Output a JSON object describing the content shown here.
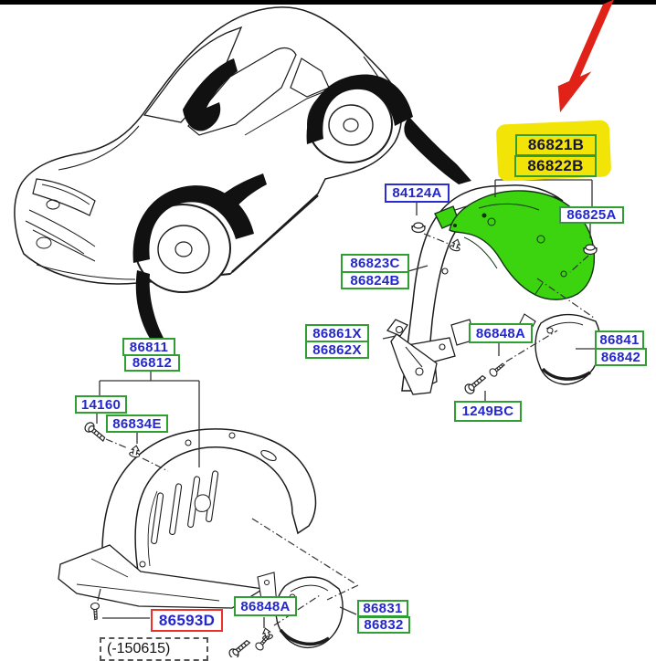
{
  "page": {
    "description": "vehicle wheel guard parts diagram",
    "top_border_color": "#000000",
    "background": "#ffffff"
  },
  "annotation": {
    "arrow_color": "#e02218",
    "highlight_color": "#f3e408",
    "highlighted_codes": "86821B / 86822B"
  },
  "colors": {
    "label_text": "#2428cc",
    "green_border": "#2f9e33",
    "blue_border": "#2a2ed2",
    "red_border": "#ee3128",
    "highlighted_part_fill": "#3bd40f",
    "line_art": "#1c1c1c"
  },
  "labels": {
    "p86821B": "86821B",
    "p86822B": "86822B",
    "p86825A": "86825A",
    "p84124A": "84124A",
    "p86823C": "86823C",
    "p86824B": "86824B",
    "p86861X": "86861X",
    "p86862X": "86862X",
    "p86848A_right": "86848A",
    "p1249BC": "1249BC",
    "p86841": "86841",
    "p86842": "86842",
    "p86811": "86811",
    "p86812": "86812",
    "p14160": "14160",
    "p86834E": "86834E",
    "p86593D": "86593D",
    "p86848A_bottom": "86848A",
    "p86831": "86831",
    "p86832": "86832",
    "date_range_note": "(-150615)"
  }
}
